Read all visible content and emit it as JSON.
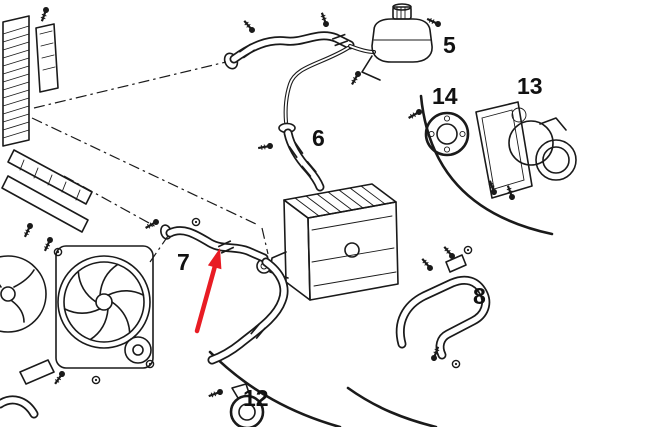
{
  "figure": {
    "background_color": "#ffffff",
    "line_color": "#1a1a1a"
  },
  "callouts": [
    {
      "id": "part-5",
      "label": "5"
    },
    {
      "id": "part-6",
      "label": "6"
    },
    {
      "id": "part-7",
      "label": "7"
    },
    {
      "id": "part-8",
      "label": "8"
    },
    {
      "id": "part-12",
      "label": "12"
    },
    {
      "id": "part-13",
      "label": "13"
    },
    {
      "id": "part-14",
      "label": "14"
    }
  ],
  "annotation": {
    "shape": "arrow",
    "color": "#e81c24",
    "target_callout": "7"
  }
}
